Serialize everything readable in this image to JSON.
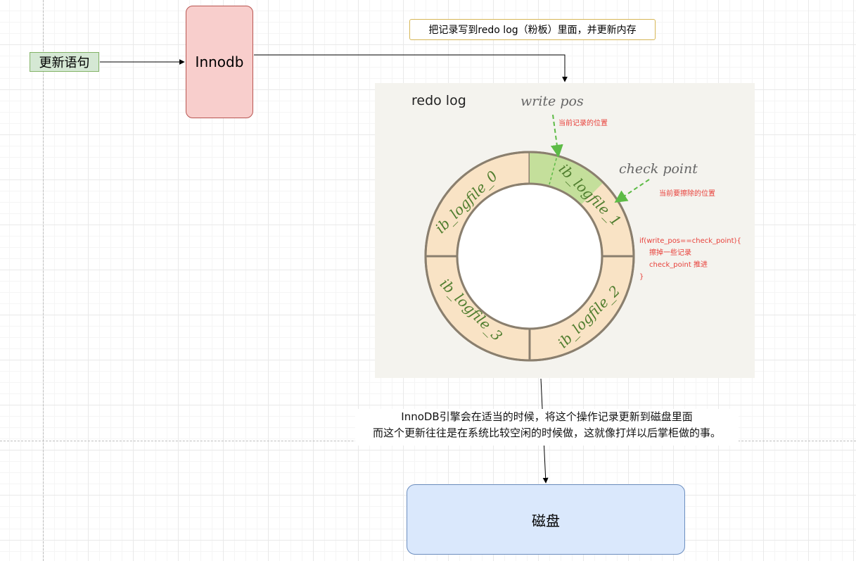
{
  "update_statement": "更新语句",
  "innodb": "Innodb",
  "write_note": "把记录写到redo log（粉板）里面，并更新内存",
  "redo_log": {
    "title": "redo log",
    "segments": [
      "ib_logfile_0",
      "ib_logfile_1",
      "ib_logfile_2",
      "ib_logfile_3"
    ],
    "write_pos": {
      "label": "write pos",
      "desc": "当前记录的位置"
    },
    "check_point": {
      "label": "check point",
      "desc": "当前要擦除的位置"
    },
    "condition": {
      "line1": "if(write_pos==check_point){",
      "line2": "擦掉一些记录",
      "line3": "check_point 推进",
      "line4": "}"
    }
  },
  "caption": {
    "line1": "InnoDB引擎会在适当的时候，将这个操作记录更新到磁盘里面",
    "line2": "而这个更新往往是在系统比较空闲的时候做，这就像打烊以后掌柜做的事。"
  },
  "disk": "磁盘",
  "colors": {
    "ring_fill": "#f9e3c5",
    "ring_active": "#c4df9b",
    "ring_stroke": "#8a7f6e",
    "segment_text": "#4f7d2e",
    "green_arrow": "#5dbb46",
    "red_text": "#e8403a"
  }
}
